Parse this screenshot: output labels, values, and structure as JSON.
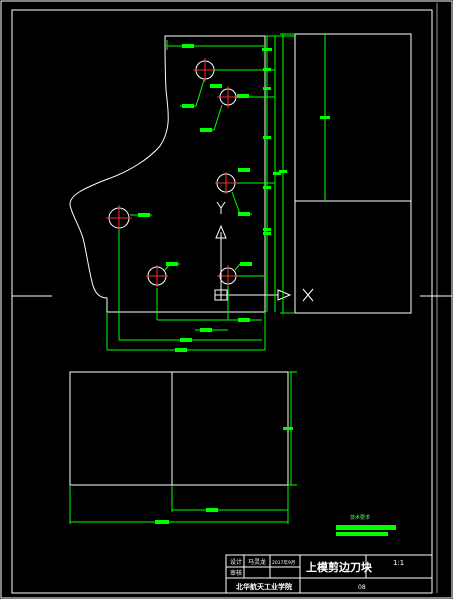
{
  "drawing": {
    "colors": {
      "background": "#000000",
      "outline": "#ffffff",
      "dimension": "#00ff00",
      "hole_mark": "#ff2a2a"
    },
    "view_labels": {
      "y_axis": "Y",
      "x_axis": "X"
    },
    "tech_requirements_title": "技术要求"
  },
  "title_block": {
    "part_name": "上模剪边刀块",
    "scale": "1:1",
    "designer_label": "设计",
    "designer_name": "马灵龙",
    "date": "2017年9月",
    "checker_label": "审核",
    "organization": "北华航天工业学院",
    "drawing_number": "08"
  }
}
